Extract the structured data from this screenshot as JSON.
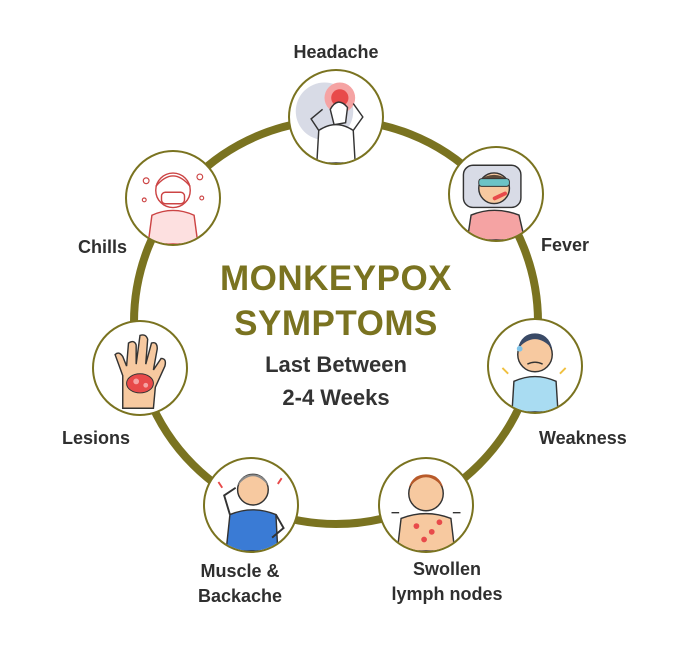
{
  "title_line1": "MONKEYPOX",
  "title_line2": "SYMPTOMS",
  "subtitle_line1": "Last Between",
  "subtitle_line2": "2-4 Weeks",
  "colors": {
    "ring": "#7a7320",
    "title": "#7a7320",
    "text": "#333333"
  },
  "symptoms": [
    {
      "label": "Headache",
      "icon": "headache-icon"
    },
    {
      "label": "Fever",
      "icon": "fever-icon"
    },
    {
      "label": "Weakness",
      "icon": "weakness-icon"
    },
    {
      "label_line1": "Swollen",
      "label_line2": "lymph nodes",
      "icon": "swollen-lymph-nodes-icon"
    },
    {
      "label_line1": "Muscle &",
      "label_line2": "Backache",
      "icon": "muscle-backache-icon"
    },
    {
      "label": "Lesions",
      "icon": "lesions-icon"
    },
    {
      "label": "Chills",
      "icon": "chills-icon"
    }
  ]
}
